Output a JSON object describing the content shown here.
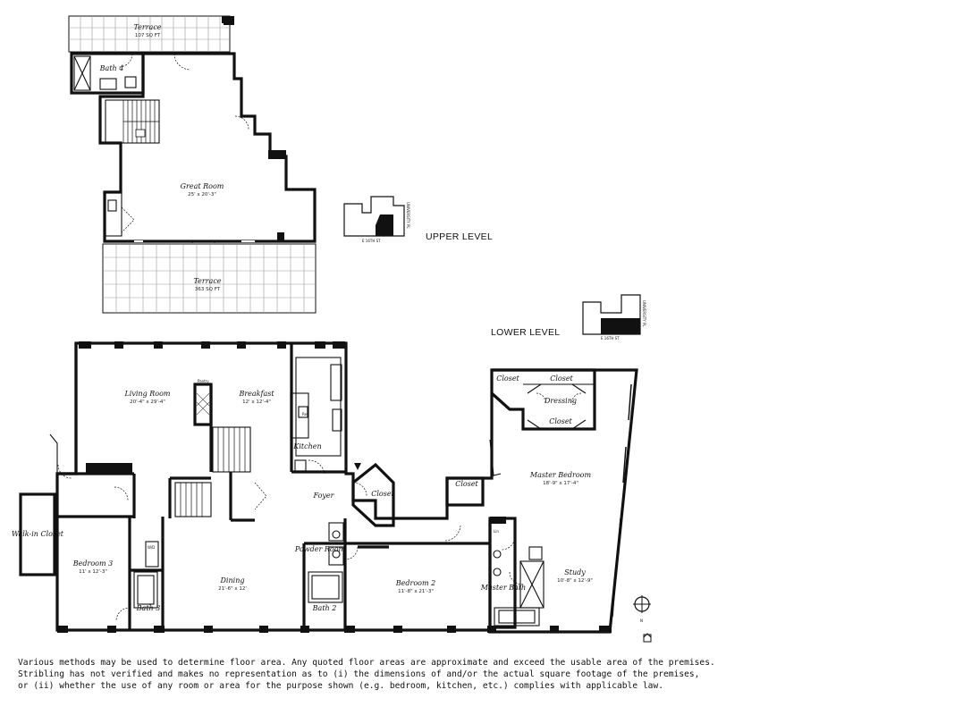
{
  "upper_level": {
    "title": "UPPER LEVEL",
    "rooms": {
      "terrace_top": {
        "name": "Terrace",
        "size": "107 SQ FT"
      },
      "bath4": {
        "name": "Bath 4"
      },
      "great_room": {
        "name": "Great Room",
        "size": "25' x 20'-3\""
      },
      "terrace_bottom": {
        "name": "Terrace",
        "size": "363 SQ FT"
      }
    },
    "key_plan_streets": {
      "bottom": "E 16TH ST",
      "side": "UNIVERSITY PL"
    }
  },
  "lower_level": {
    "title": "LOWER LEVEL",
    "rooms": {
      "living_room": {
        "name": "Living Room",
        "size": "20'-4\" x 29'-4\""
      },
      "breakfast": {
        "name": "Breakfast",
        "size": "12' x 12'-4\""
      },
      "pantry": {
        "name": "Pantry"
      },
      "kitchen": {
        "name": "Kitchen"
      },
      "foyer": {
        "name": "Foyer"
      },
      "closet_foyer": {
        "name": "Closet"
      },
      "closet_hall": {
        "name": "Closet"
      },
      "closet_mb_1": {
        "name": "Closet"
      },
      "closet_mb_2": {
        "name": "Closet"
      },
      "closet_mb_3": {
        "name": "Closet"
      },
      "dressing": {
        "name": "Dressing"
      },
      "master_bedroom": {
        "name": "Master Bedroom",
        "size": "18'-9\" x 17'-4\""
      },
      "study": {
        "name": "Study",
        "size": "10'-8\" x 12'-9\""
      },
      "master_bath": {
        "name": "Master Bath"
      },
      "linen": {
        "name": "Lin"
      },
      "walk_in_closet": {
        "name": "Walk-in Closet"
      },
      "bedroom3": {
        "name": "Bedroom 3",
        "size": "11' x 12'-3\""
      },
      "bath3": {
        "name": "Bath 3"
      },
      "dining": {
        "name": "Dining",
        "size": "21'-6\" x 12'"
      },
      "powder_room": {
        "name": "Powder Room"
      },
      "bath2": {
        "name": "Bath 2"
      },
      "bedroom2": {
        "name": "Bedroom 2",
        "size": "11'-8\" x 21'-3\""
      },
      "wd": {
        "name": "W/D"
      },
      "pantry_small": {
        "name": "Pntry"
      },
      "ref": {
        "name": "Ref"
      }
    },
    "key_plan_streets": {
      "bottom": "E 16TH ST",
      "side": "UNIVERSITY PL"
    }
  },
  "compass": {
    "label": "N"
  },
  "disclaimer": [
    "Various methods may be used to determine floor area.  Any quoted floor areas are approximate and exceed the usable area of the premises.",
    "Stribling has not verified and makes no representation as to (i) the dimensions of and/or the actual square footage of the premises,",
    "or (ii) whether the use of any room or area for the purpose shown (e.g. bedroom, kitchen, etc.) complies with applicable law."
  ]
}
